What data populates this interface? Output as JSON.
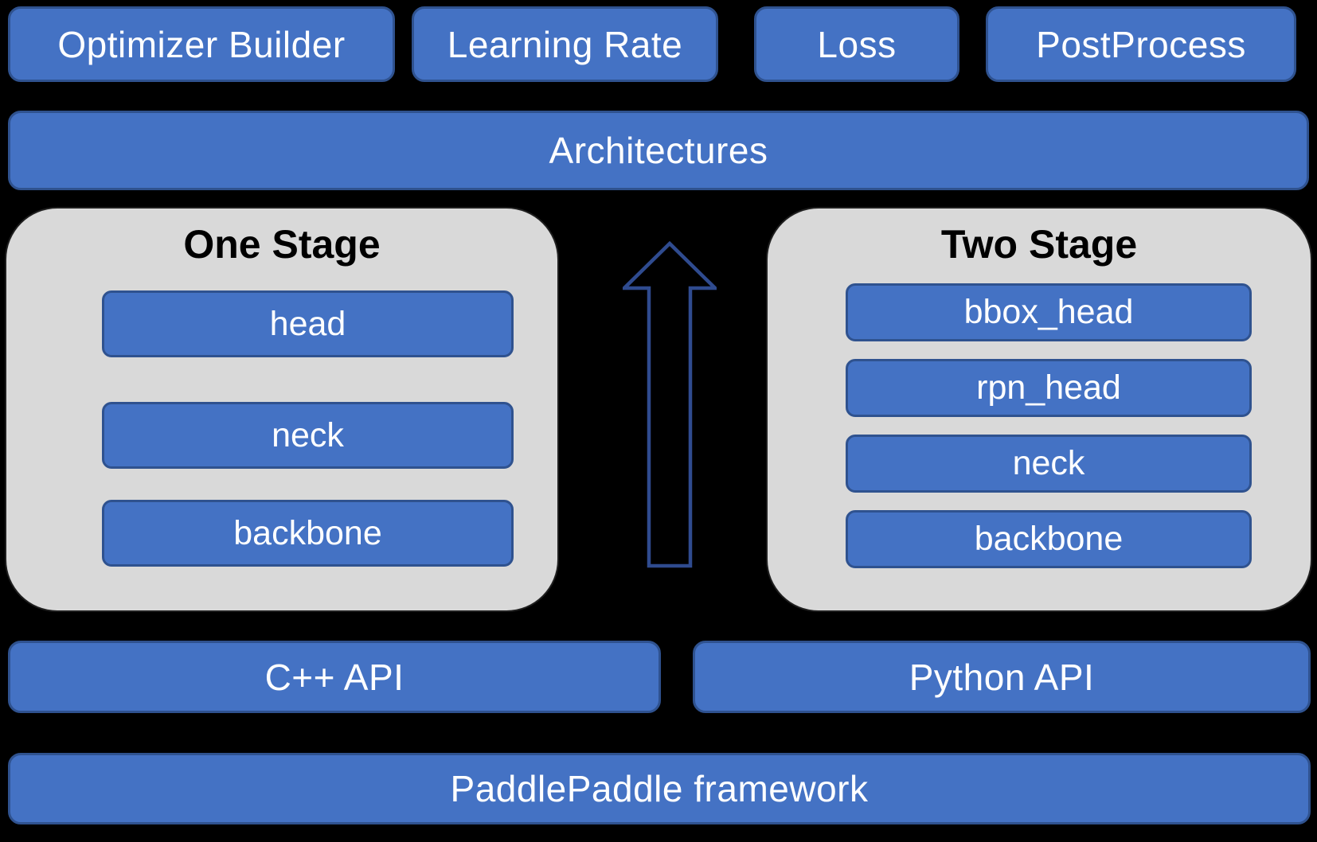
{
  "colors": {
    "background": "#000000",
    "box_fill": "#4472C4",
    "box_border": "#2F528F",
    "group_fill": "#D9D9D9",
    "arrow_stroke": "#2F4B8F",
    "text_light": "#FFFFFF",
    "text_dark": "#000000"
  },
  "top_row": {
    "items": [
      {
        "label": "Optimizer Builder"
      },
      {
        "label": "Learning Rate"
      },
      {
        "label": "Loss"
      },
      {
        "label": "PostProcess"
      }
    ]
  },
  "architectures": {
    "label": "Architectures"
  },
  "groups": [
    {
      "title": "One Stage",
      "items": [
        "head",
        "neck",
        "backbone"
      ]
    },
    {
      "title": "Two Stage",
      "items": [
        "bbox_head",
        "rpn_head",
        "neck",
        "backbone"
      ]
    }
  ],
  "arrow": {
    "name": "up-arrow",
    "direction": "up"
  },
  "api_row": [
    {
      "label": "C++ API"
    },
    {
      "label": "Python API"
    }
  ],
  "framework": {
    "label": "PaddlePaddle framework"
  }
}
